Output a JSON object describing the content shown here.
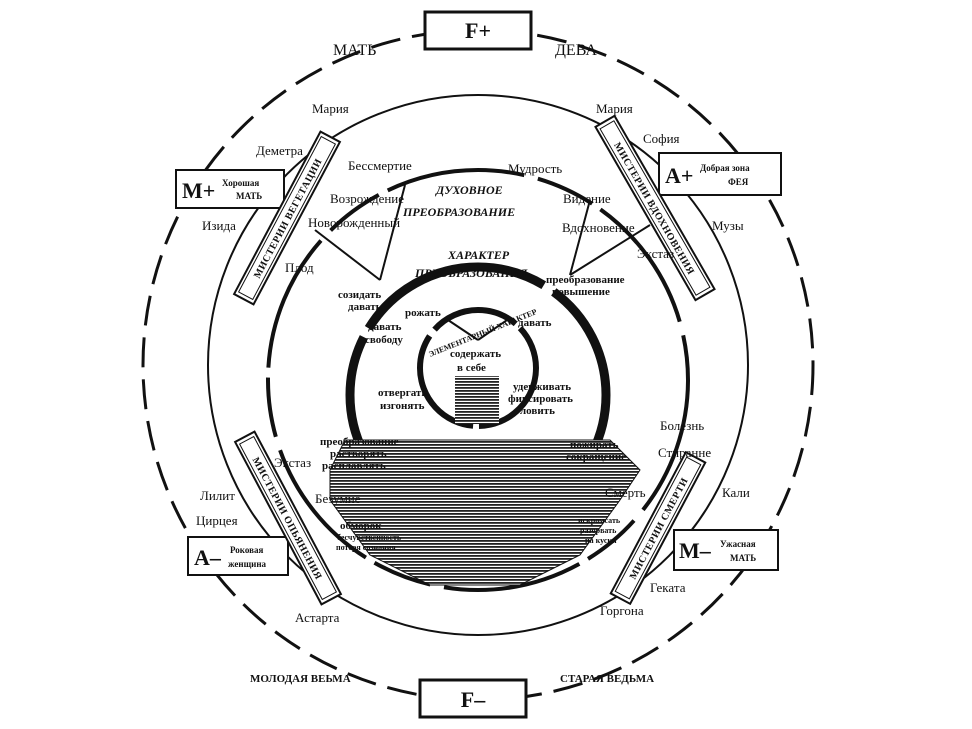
{
  "poles": {
    "top": "F+",
    "bottom": "F–"
  },
  "outer": {
    "top_left": "МАТЬ",
    "top_right": "ДЕВА",
    "bottom_left": "МОЛОДАЯ ВЕЬМА",
    "bottom_right": "СТАРАЯ ВЕДЬМА"
  },
  "boxes": {
    "m_plus": {
      "letter": "M+",
      "line1": "Хорошая",
      "line2": "МАТЬ"
    },
    "a_plus": {
      "letter": "A+",
      "line1": "Добрая зона",
      "line2": "ФЕЯ"
    },
    "a_minus": {
      "letter": "A–",
      "line1": "Роковая",
      "line2": "женщина"
    },
    "m_minus": {
      "letter": "M–",
      "line1": "Ужасная",
      "line2": "МАТЬ"
    }
  },
  "mysteries": {
    "vegetation": "МИСТЕРИИ ВЕГЕТАЦИИ",
    "inspiration": "МИСТЕРИИ ВДОХНОВЕНИЯ",
    "intoxication": "МИСТЕРИИ ОПЬЯНЕНИЯ",
    "death": "МИСТЕРИИ СМЕРТИ"
  },
  "figures": {
    "mariya_l": "Мария",
    "demetra": "Деметра",
    "izida": "Изида",
    "mariya_r": "Мария",
    "sofiya": "София",
    "muzy": "Музы",
    "lilit": "Лилит",
    "tsirtseya": "Цирцея",
    "astarta": "Астарта",
    "kali": "Кали",
    "gekata": "Геката",
    "gorgona": "Горгона"
  },
  "middle_ring": {
    "bessmertie": "Бессмертие",
    "vozrozhdenie": "Возрождение",
    "novorozhdenny": "Новорожденный",
    "plod": "Плод",
    "mudrost": "Мудрость",
    "videnie": "Видение",
    "vdokhnovenie": "Вдохновение",
    "ekstaz_r": "Экстаз",
    "ekstaz_l": "Экстаз",
    "bezumie": "Безумие",
    "bolezn": "Болезнь",
    "stiranie": "Стиранне",
    "smert": "Смерть"
  },
  "spiritual": {
    "line1": "ДУХОВНОЕ",
    "line2": "ПРЕОБРАЗОВАНИЕ"
  },
  "character": {
    "line1": "ХАРАКТЕР",
    "line2": "ПРЕОБРАЗОВАНИЯ"
  },
  "elementary": "ЭЛЕМЕНТАРНЫЙ ХАРАКТЕР",
  "inner": {
    "sozidat_1": "созидать",
    "sozidat_2": "давать",
    "preobr_1": "преобразование",
    "preobr_2": "повышение",
    "rozhat": "рожать",
    "davat": "давать",
    "davat_svobodu_1": "давать",
    "davat_svobodu_2": "свободу",
    "soderzhat_1": "содержать",
    "soderzhat_2": "в себе",
    "otvergat_1": "отвергать",
    "otvergat_2": "изгонять",
    "uderzh_1": "удерживать",
    "uderzh_2": "фиксировать",
    "uderzh_3": "ловить",
    "raspl_1": "преобразование",
    "raspl_2": "растворять",
    "raspl_3": "расплавлять",
    "pozhirat_1": "пожирать",
    "pozhirat_2": "сокращение",
    "obmorok_1": "обморок",
    "obmorok_2": "бесчувственность",
    "obmorok_3": "потеря сознания",
    "rasch_1": "искромсать",
    "rasch_2": "разорвать",
    "rasch_3": "на куски"
  }
}
